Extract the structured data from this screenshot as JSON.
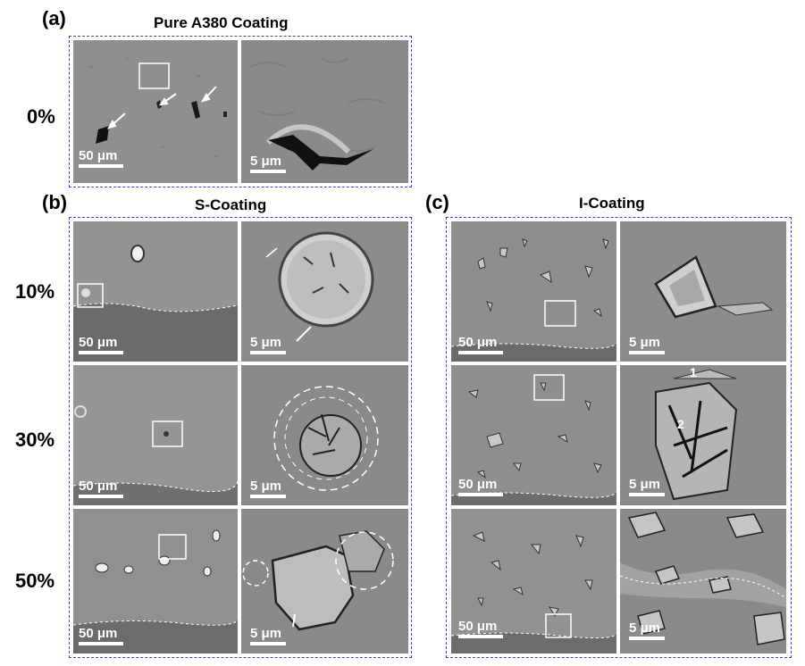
{
  "panels": {
    "a": {
      "letter": "(a)",
      "title": "Pure A380 Coating"
    },
    "b": {
      "letter": "(b)",
      "title": "S-Coating"
    },
    "c": {
      "letter": "(c)",
      "title": "I-Coating"
    }
  },
  "rows": {
    "r0": "0%",
    "r10": "10%",
    "r30": "30%",
    "r50": "50%"
  },
  "scales": {
    "low": "50 μm",
    "high": "5 μm"
  },
  "markers": {
    "m1": "1",
    "m2": "2"
  },
  "colors": {
    "frame": "#3b3bd6",
    "sem_base": "#8e8e8e",
    "sem_dark": "#6a6a6a",
    "annotation": "#ffffff"
  }
}
